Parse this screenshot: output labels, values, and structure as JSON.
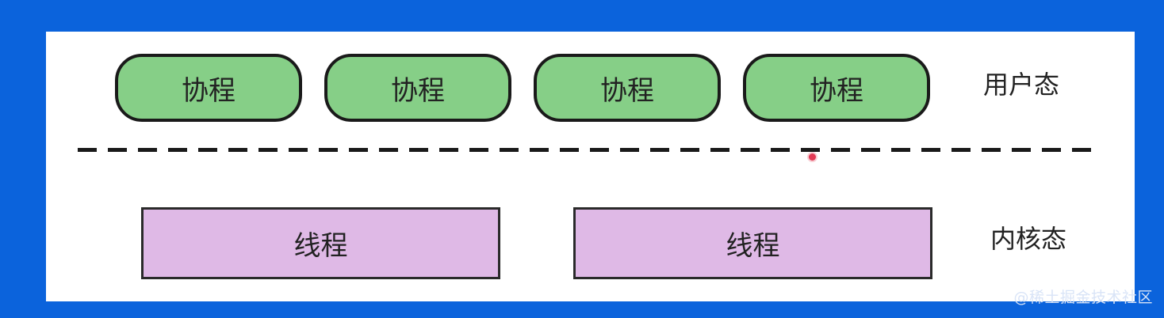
{
  "colors": {
    "frame": "#0b63dc",
    "panel": "#ffffff",
    "coroutine_fill": "#86cf87",
    "thread_fill": "#dfb9e6",
    "outline": "#1a1a1a",
    "cursor_dot": "#e23a55"
  },
  "user_layer": {
    "label": "用户态",
    "coroutines": [
      "协程",
      "协程",
      "协程",
      "协程"
    ]
  },
  "kernel_layer": {
    "label": "内核态",
    "threads": [
      "线程",
      "线程"
    ]
  },
  "watermark": "@稀土掘金技术社区"
}
